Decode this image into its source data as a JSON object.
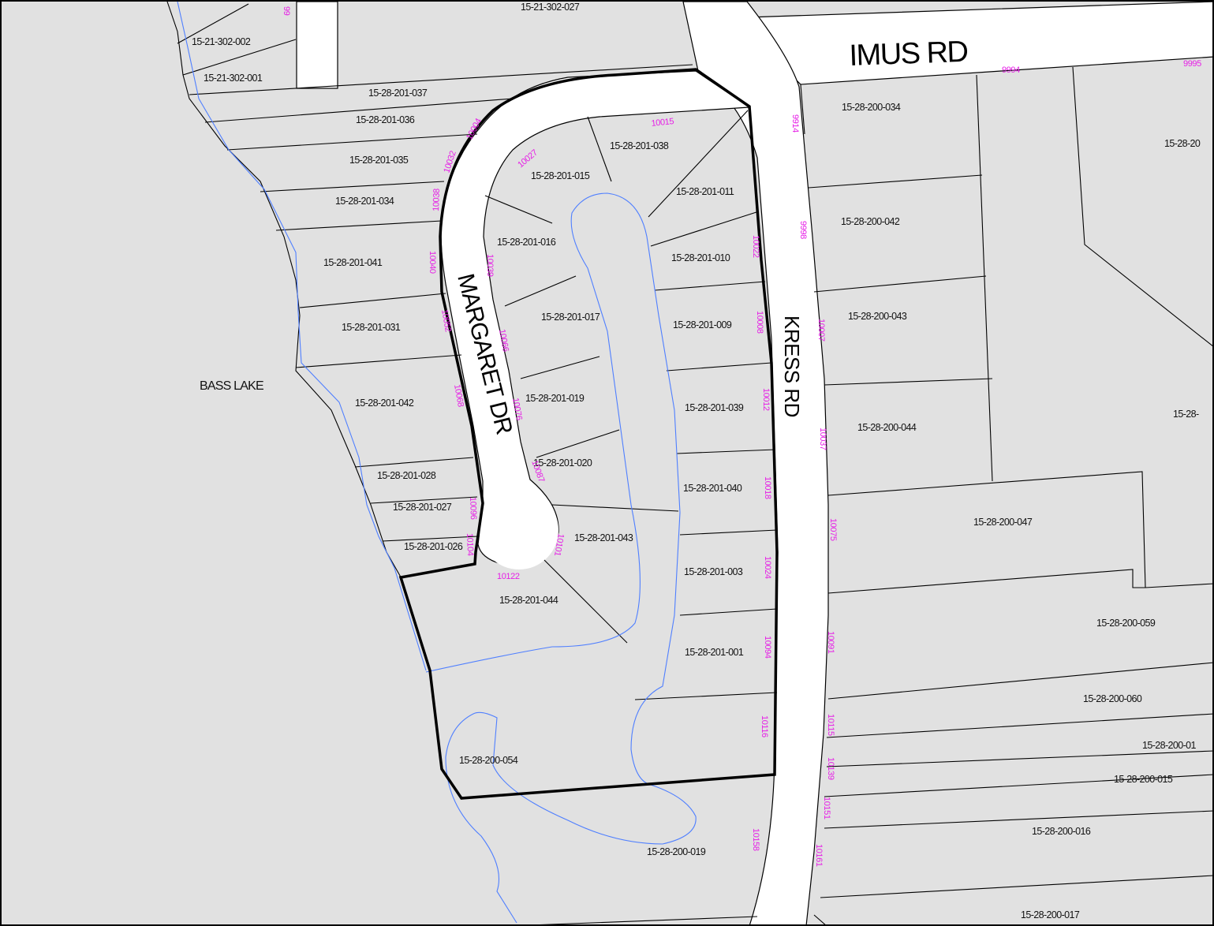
{
  "map": {
    "roads": {
      "imus": "IMUS RD",
      "kress": "KRESS RD",
      "margaret": "MARGARET DR"
    },
    "water_label": "BASS LAKE",
    "parcels": [
      "15-21-302-027",
      "15-21-302-002",
      "15-21-302-001",
      "15-28-201-037",
      "15-28-201-036",
      "15-28-201-035",
      "15-28-201-034",
      "15-28-201-041",
      "15-28-201-031",
      "15-28-201-042",
      "15-28-201-028",
      "15-28-201-027",
      "15-28-201-026",
      "15-28-201-015",
      "15-28-201-038",
      "15-28-201-011",
      "15-28-201-016",
      "15-28-201-010",
      "15-28-201-017",
      "15-28-201-009",
      "15-28-201-019",
      "15-28-201-039",
      "15-28-201-020",
      "15-28-201-040",
      "15-28-201-043",
      "15-28-201-003",
      "15-28-201-044",
      "15-28-201-001",
      "15-28-200-054",
      "15-28-200-019",
      "15-28-200-034",
      "15-28-200-042",
      "15-28-200-043",
      "15-28-200-044",
      "15-28-200-047",
      "15-28-200-059",
      "15-28-200-060",
      "15-28-200-01",
      "15-28-200-015",
      "15-28-200-016",
      "15-28-200-017",
      "15-28-20",
      "15-28-"
    ],
    "addresses": [
      "10015",
      "10004",
      "10027",
      "10032",
      "10038",
      "10040",
      "10039",
      "10052",
      "10066",
      "10068",
      "10076",
      "10087",
      "10096",
      "10104",
      "10101",
      "10122",
      "9914",
      "9998",
      "10022",
      "10008",
      "10007",
      "10012",
      "10037",
      "10018",
      "10075",
      "10024",
      "10094",
      "10091",
      "10116",
      "10115",
      "10139",
      "10151",
      "10158",
      "10161",
      "9994",
      "9995",
      "99"
    ],
    "colors": {
      "parcel_fill": "#e1e1e1",
      "road_fill": "#ffffff",
      "parcel_line": "#000000",
      "water_line": "#4f7fff",
      "address_color": "#e61ee6"
    }
  }
}
